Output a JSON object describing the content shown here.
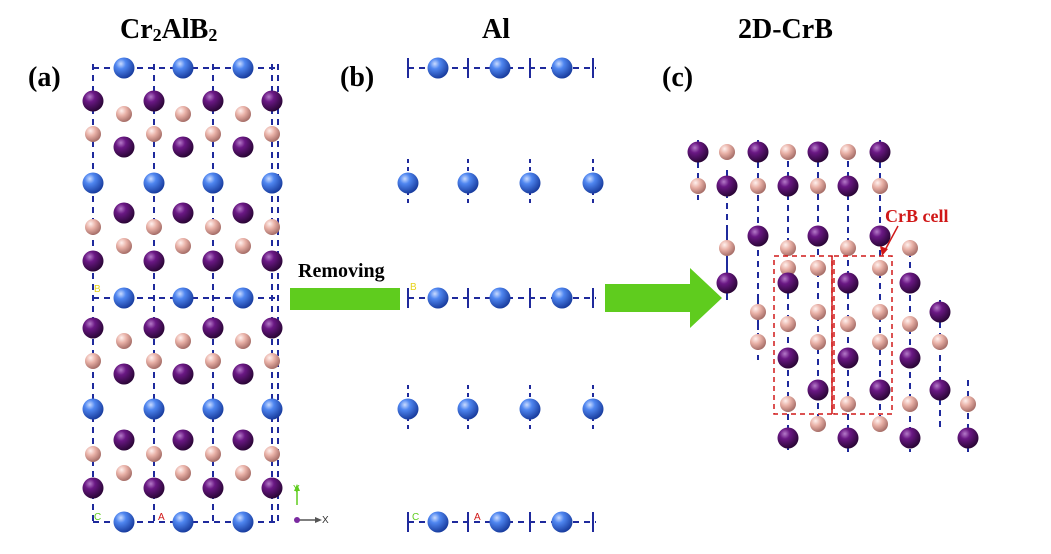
{
  "titles": {
    "a": "Cr₂AlB₂",
    "b": "Al",
    "c": "2D-CrB"
  },
  "panel_labels": {
    "a": "(a)",
    "b": "(b)",
    "c": "(c)"
  },
  "arrow_label": "Removing",
  "cell_label": "CrB cell",
  "axis_labels": {
    "a_corner": "C",
    "a_mid": "A",
    "b_side": "B",
    "b_corner": "C",
    "b_mid": "A",
    "a_side": "B",
    "y": "Y",
    "x": "X"
  },
  "colors": {
    "cr": "#5a0f6e",
    "b": "#e8b4ac",
    "al": "#3a6fe0",
    "bond": "#1f2a9c",
    "arrow": "#5fcc1e",
    "cell": "#d01818"
  }
}
